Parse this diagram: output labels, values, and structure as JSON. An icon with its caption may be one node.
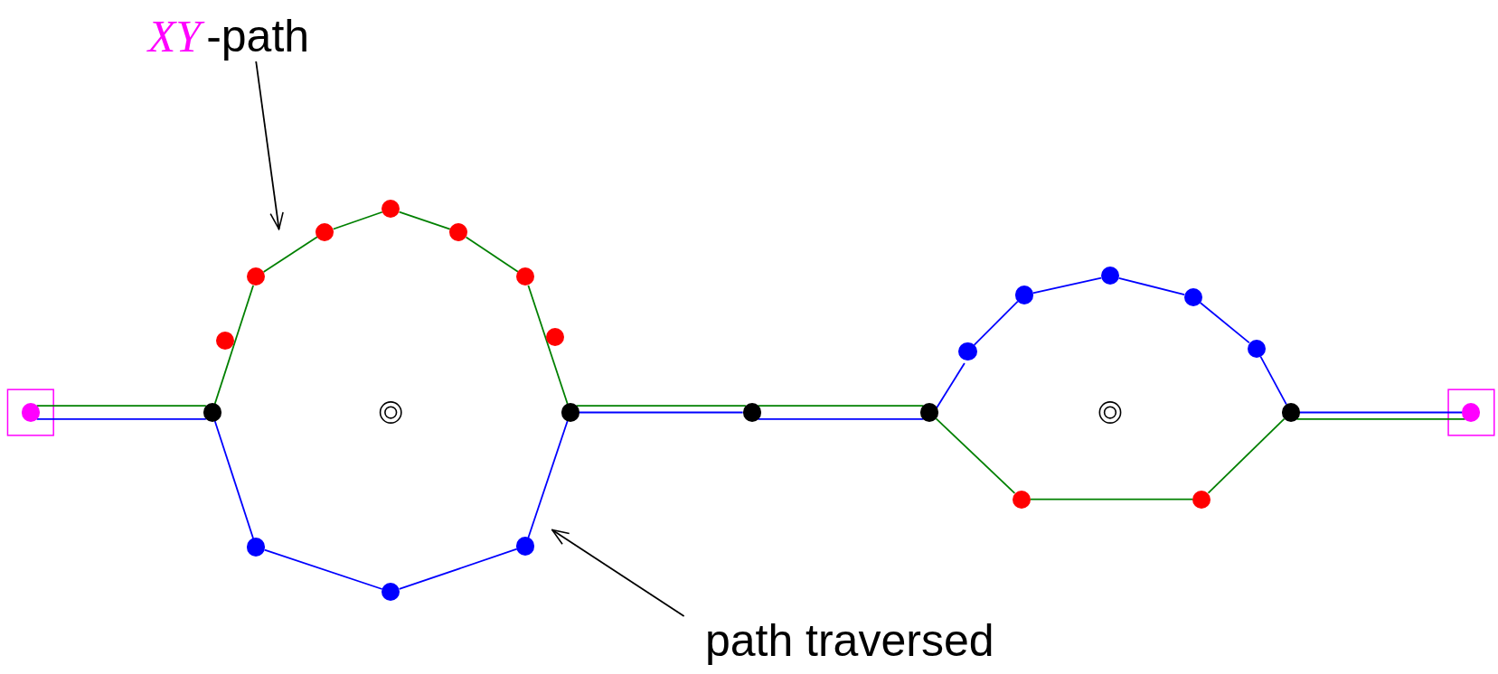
{
  "diagram": {
    "nodes": [
      {
        "text": [
          "*XY*-path"
        ]
      },
      {
        "text": [
          "path traversed"
        ]
      },
      {
        "text": [],
        "shape": "circle"
      },
      {
        "text": [],
        "shape": "circle"
      },
      {
        "text": [],
        "shape": "circle"
      },
      {
        "text": [],
        "shape": "circle"
      },
      {
        "text": [],
        "shape": "circle"
      },
      {
        "text": [],
        "shape": "circle"
      },
      {
        "text": [],
        "shape": "circle"
      },
      {
        "text": [],
        "shape": "circle"
      },
      {
        "text": [],
        "shape": "circle"
      },
      {
        "text": [],
        "shape": "circle"
      },
      {
        "text": [],
        "shape": "circle"
      },
      {
        "text": [],
        "shape": "circle"
      },
      {
        "text": [],
        "shape": "circle"
      },
      {
        "text": [],
        "shape": "circle"
      },
      {
        "text": [],
        "shape": "circle"
      },
      {
        "text": [],
        "shape": "circle"
      },
      {
        "text": [],
        "shape": "circle"
      },
      {
        "text": [],
        "shape": "circle"
      },
      {
        "text": [],
        "shape": "circle"
      },
      {
        "text": [],
        "shape": "circle"
      },
      {
        "text": [],
        "shape": "circle"
      },
      {
        "text": [],
        "shape": "circle"
      },
      {
        "text": [],
        "shape": "circle"
      },
      {
        "text": [],
        "shape": "circle"
      }
    ],
    "edges": [
      {
        "from": 0,
        "to": 6,
        "arrow": "to",
        "color": "#000000"
      },
      {
        "from": 1,
        "to": 14,
        "arrow": "to",
        "color": "#000000"
      },
      {
        "from": 2,
        "to": 3,
        "arrow": "none",
        "color": "#008000"
      },
      {
        "from": 3,
        "to": 4,
        "arrow": "none",
        "color": "#008000"
      },
      {
        "from": 4,
        "to": 6,
        "arrow": "none",
        "color": "#008000"
      },
      {
        "from": 6,
        "to": 7,
        "arrow": "none",
        "color": "#008000"
      },
      {
        "from": 7,
        "to": 8,
        "arrow": "none",
        "color": "#008000"
      },
      {
        "from": 8,
        "to": 9,
        "arrow": "none",
        "color": "#008000"
      },
      {
        "from": 9,
        "to": 11,
        "arrow": "none",
        "color": "#008000"
      },
      {
        "from": 11,
        "to": 15,
        "arrow": "none",
        "color": "#008000"
      },
      {
        "from": 15,
        "to": 16,
        "arrow": "none",
        "color": "#008000"
      },
      {
        "from": 16,
        "to": 23,
        "arrow": "none",
        "color": "#008000"
      },
      {
        "from": 23,
        "to": 24,
        "arrow": "none",
        "color": "#008000"
      },
      {
        "from": 24,
        "to": 22,
        "arrow": "none",
        "color": "#008000"
      },
      {
        "from": 22,
        "to": 25,
        "arrow": "none",
        "color": "#008000"
      },
      {
        "from": 2,
        "to": 3,
        "arrow": "none",
        "color": "#0000ff"
      },
      {
        "from": 3,
        "to": 12,
        "arrow": "none",
        "color": "#0000ff"
      },
      {
        "from": 12,
        "to": 13,
        "arrow": "none",
        "color": "#0000ff"
      },
      {
        "from": 13,
        "to": 14,
        "arrow": "none",
        "color": "#0000ff"
      },
      {
        "from": 14,
        "to": 11,
        "arrow": "none",
        "color": "#0000ff"
      },
      {
        "from": 11,
        "to": 15,
        "arrow": "none",
        "color": "#0000ff"
      },
      {
        "from": 15,
        "to": 16,
        "arrow": "none",
        "color": "#0000ff"
      },
      {
        "from": 16,
        "to": 17,
        "arrow": "none",
        "color": "#0000ff"
      },
      {
        "from": 17,
        "to": 18,
        "arrow": "none",
        "color": "#0000ff"
      },
      {
        "from": 18,
        "to": 19,
        "arrow": "none",
        "color": "#0000ff"
      },
      {
        "from": 19,
        "to": 20,
        "arrow": "none",
        "color": "#0000ff"
      },
      {
        "from": 20,
        "to": 21,
        "arrow": "none",
        "color": "#0000ff"
      },
      {
        "from": 21,
        "to": 22,
        "arrow": "none",
        "color": "#0000ff"
      },
      {
        "from": 22,
        "to": 25,
        "arrow": "none",
        "color": "#0000ff"
      }
    ]
  }
}
